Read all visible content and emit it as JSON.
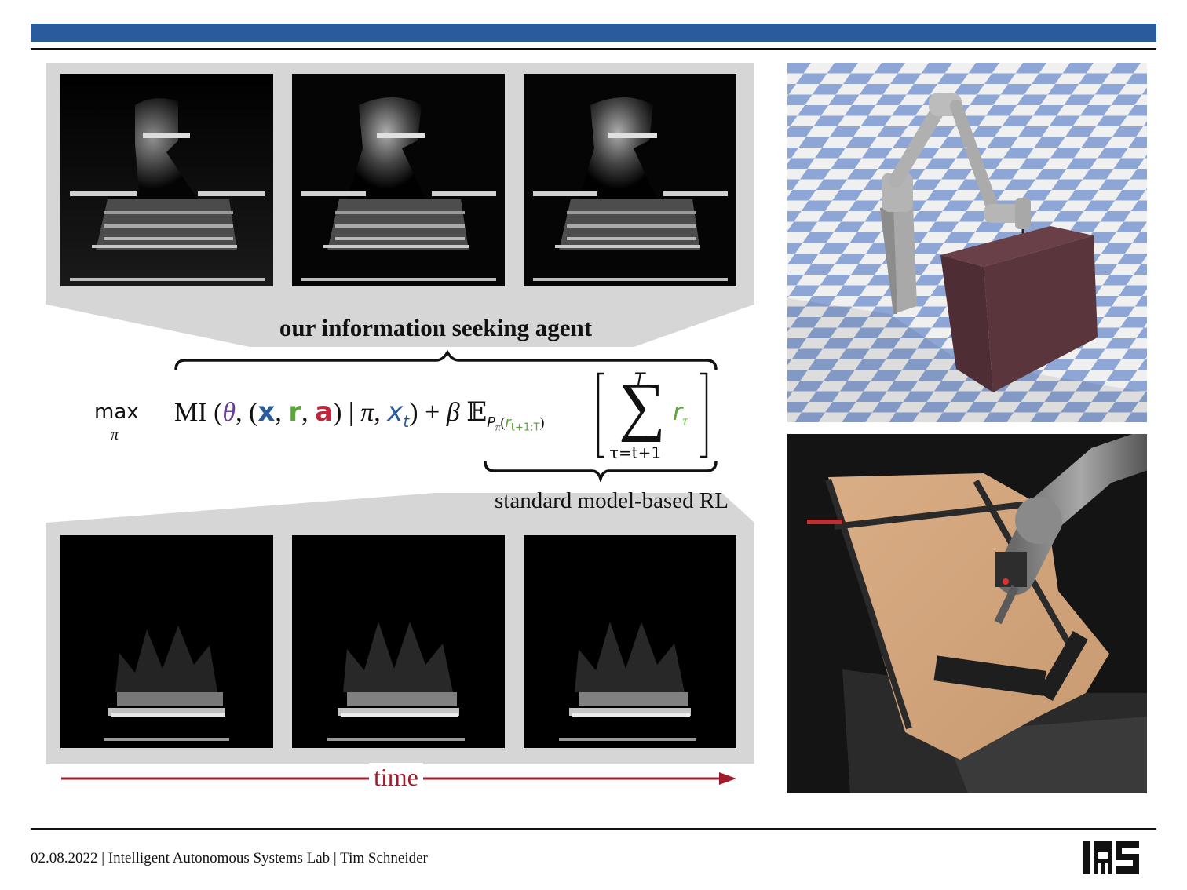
{
  "slide": {
    "labels": {
      "ours": "our information seeking agent",
      "standard": "standard model-based RL",
      "time": "time"
    },
    "formula": {
      "max": "max",
      "max_sub": "π",
      "mi": "MI",
      "theta": "θ",
      "x": "x",
      "r": "r",
      "a": "a",
      "pi": "π",
      "xt": "x",
      "xt_sub": "t",
      "beta": "β",
      "expect": "𝔼",
      "expect_sub": "P",
      "expect_sub_pi": "π",
      "expect_sub_r": "r",
      "expect_sub_range": "t+1:T",
      "sum_upper": "T",
      "sum_lower": "τ=t+1",
      "sum_term": "r",
      "sum_term_sub": "τ"
    },
    "colors": {
      "header_bar": "#2a5b9c",
      "panel": "#d6d6d6",
      "x_term": "#2a5b9c",
      "r_term": "#5aa638",
      "a_term": "#c0283c",
      "theta": "#6a3d9a",
      "time_arrow": "#a01c2c"
    },
    "images": {
      "top_row": [
        "belief-map-tile-1",
        "belief-map-tile-2",
        "belief-map-tile-3"
      ],
      "bottom_row": [
        "belief-map-tile-4",
        "belief-map-tile-5",
        "belief-map-tile-6"
      ],
      "right": [
        "simulated-robot-arm",
        "real-robot-tilted-board"
      ]
    }
  },
  "footer": {
    "date": "02.08.2022",
    "lab": "Intelligent Autonomous Systems Lab",
    "author": "Tim Schneider",
    "separator": "|",
    "logo": "IAS"
  }
}
